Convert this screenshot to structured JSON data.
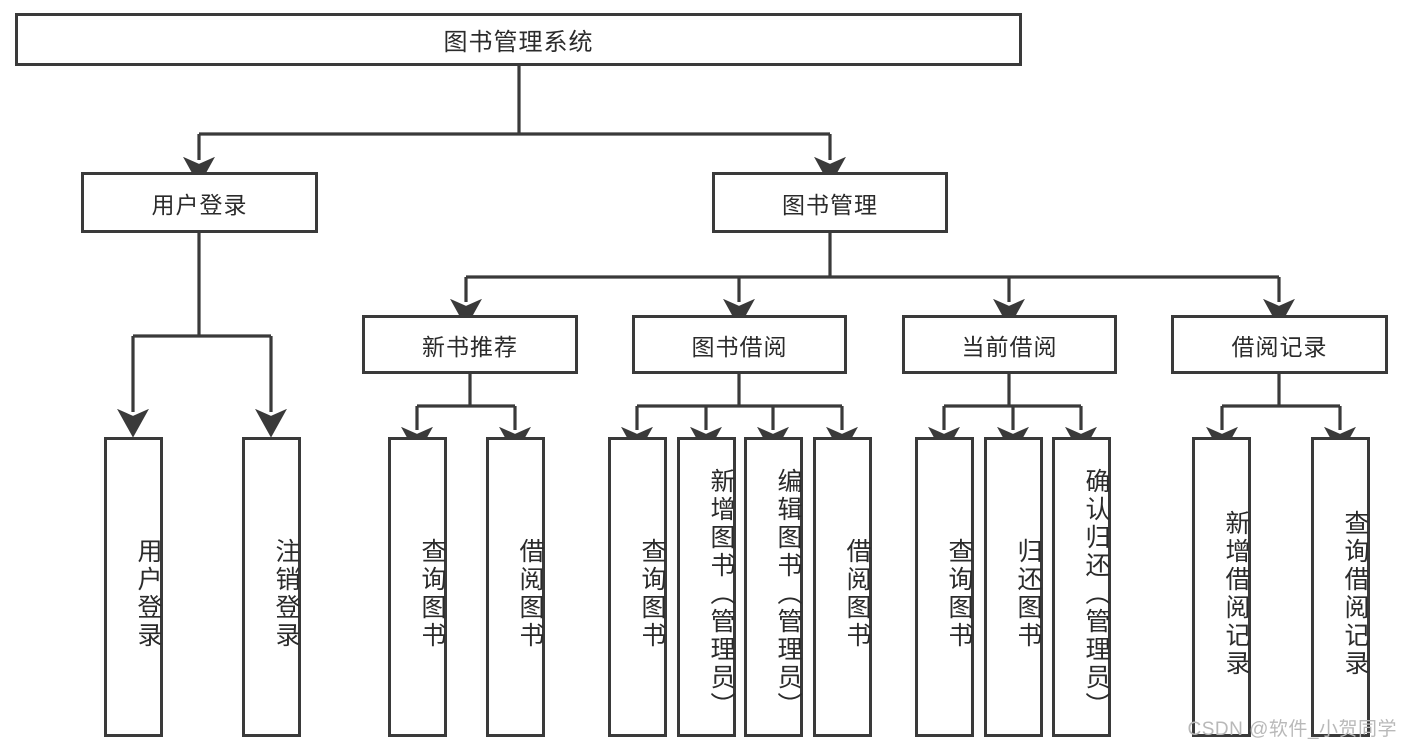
{
  "diagram": {
    "type": "tree",
    "title": "图书管理系统",
    "background_color": "#ffffff",
    "line_color": "#3a3a3a",
    "text_color": "#2b2b2b",
    "root": {
      "label": "图书管理系统"
    },
    "level1": [
      {
        "label": "用户登录"
      },
      {
        "label": "图书管理"
      }
    ],
    "level2": [
      {
        "label": "新书推荐"
      },
      {
        "label": "图书借阅"
      },
      {
        "label": "当前借阅"
      },
      {
        "label": "借阅记录"
      }
    ],
    "leaves": {
      "user_login": [
        {
          "label": "用户登录"
        },
        {
          "label": "注销登录"
        }
      ],
      "new_book_recommend": [
        {
          "label": "查询图书"
        },
        {
          "label": "借阅图书"
        }
      ],
      "book_borrow": [
        {
          "label": "查询图书"
        },
        {
          "label": "新增图书（管理员）"
        },
        {
          "label": "编辑图书（管理员）"
        },
        {
          "label": "借阅图书"
        }
      ],
      "current_borrow": [
        {
          "label": "查询图书"
        },
        {
          "label": "归还图书"
        },
        {
          "label": "确认归还（管理员）"
        }
      ],
      "borrow_record": [
        {
          "label": "新增借阅记录"
        },
        {
          "label": "查询借阅记录"
        }
      ]
    }
  },
  "watermark": {
    "text": "CSDN @软件_小贺同学"
  }
}
